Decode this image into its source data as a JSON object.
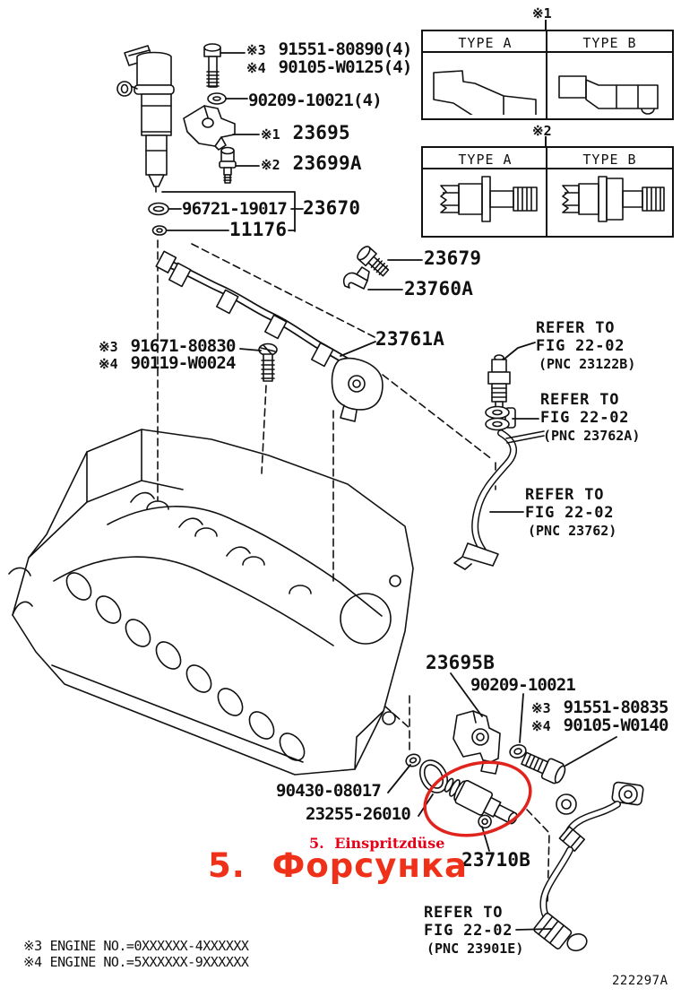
{
  "page": {
    "footer_code": "222297A"
  },
  "callouts": {
    "item_de": "5. Einspritzdüse",
    "item_ru": "5. Форсунка",
    "highlight_color": "#e0231c",
    "text_color_de": "#e60018",
    "text_color_ru": "#ee3118"
  },
  "type_tables": [
    {
      "ref": "※1",
      "col_a": "TYPE A",
      "col_b": "TYPE B"
    },
    {
      "ref": "※2",
      "col_a": "TYPE A",
      "col_b": "TYPE B"
    }
  ],
  "labels": {
    "l_91551_80890": {
      "ref": "※3",
      "num": "91551-80890(4)"
    },
    "l_90105_w0125": {
      "ref": "※4",
      "num": "90105-W0125(4)"
    },
    "l_90209_10021_4": {
      "num": "90209-10021(4)"
    },
    "l_23695": {
      "ref": "※1",
      "num": "23695"
    },
    "l_23699a": {
      "ref": "※2",
      "num": "23699A"
    },
    "l_96721_19017": {
      "num": "96721-19017"
    },
    "l_23670": {
      "num": "23670"
    },
    "l_11176": {
      "num": "11176"
    },
    "l_23679": {
      "num": "23679"
    },
    "l_23760a": {
      "num": "23760A"
    },
    "l_23761a": {
      "num": "23761A"
    },
    "l_91671_80830": {
      "ref": "※3",
      "num": "91671-80830"
    },
    "l_90119_w0024": {
      "ref": "※4",
      "num": "90119-W0024"
    },
    "l_23695b": {
      "num": "23695B"
    },
    "l_90209_10021": {
      "num": "90209-10021"
    },
    "l_91551_80835": {
      "ref": "※3",
      "num": "91551-80835"
    },
    "l_90105_w0140": {
      "ref": "※4",
      "num": "90105-W0140"
    },
    "l_90430_08017": {
      "num": "90430-08017"
    },
    "l_23255_26010": {
      "num": "23255-26010"
    },
    "l_23710b": {
      "num": "23710B"
    }
  },
  "refer_notes": [
    {
      "line1": "REFER TO",
      "line2": "FIG 22-02",
      "line3": "(PNC 23122B)"
    },
    {
      "line1": "REFER TO",
      "line2": "FIG 22-02",
      "line3": "(PNC 23762A)"
    },
    {
      "line1": "REFER TO",
      "line2": "FIG 22-02",
      "line3": "(PNC 23762)"
    },
    {
      "line1": "REFER TO",
      "line2": "FIG 22-02",
      "line3": "(PNC 23901E)"
    }
  ],
  "footnotes": [
    {
      "ref": "※3",
      "text": "ENGINE NO.=0XXXXXX-4XXXXXX"
    },
    {
      "ref": "※4",
      "text": "ENGINE NO.=5XXXXXX-9XXXXXX"
    }
  ]
}
